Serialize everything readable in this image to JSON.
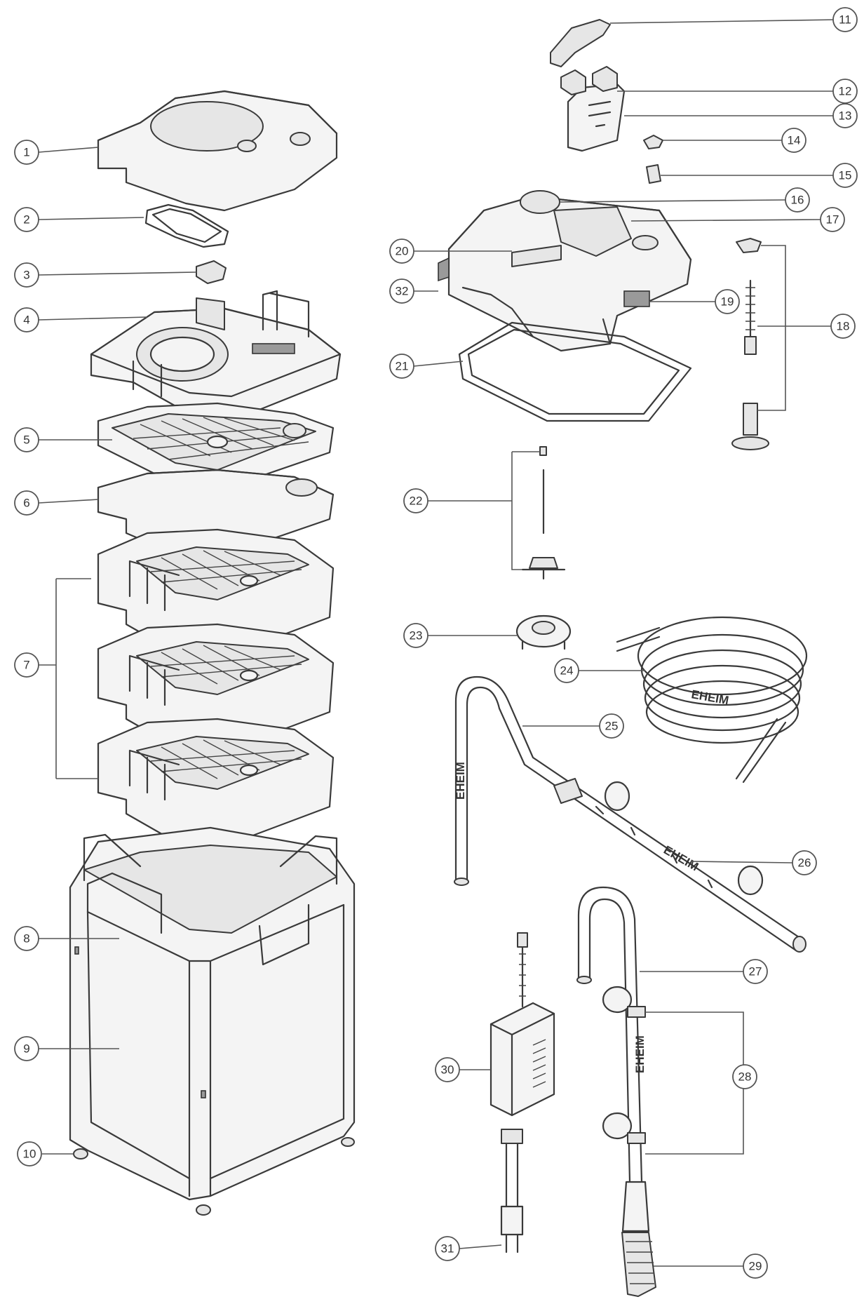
{
  "diagram": {
    "callouts": [
      {
        "id": "1",
        "label": "1"
      },
      {
        "id": "2",
        "label": "2"
      },
      {
        "id": "3",
        "label": "3"
      },
      {
        "id": "4",
        "label": "4"
      },
      {
        "id": "5",
        "label": "5"
      },
      {
        "id": "6",
        "label": "6"
      },
      {
        "id": "7",
        "label": "7"
      },
      {
        "id": "8",
        "label": "8"
      },
      {
        "id": "9",
        "label": "9"
      },
      {
        "id": "10",
        "label": "10"
      },
      {
        "id": "11",
        "label": "11"
      },
      {
        "id": "12",
        "label": "12"
      },
      {
        "id": "13",
        "label": "13"
      },
      {
        "id": "14",
        "label": "14"
      },
      {
        "id": "15",
        "label": "15"
      },
      {
        "id": "16",
        "label": "16"
      },
      {
        "id": "17",
        "label": "17"
      },
      {
        "id": "18",
        "label": "18"
      },
      {
        "id": "19",
        "label": "19"
      },
      {
        "id": "20",
        "label": "20"
      },
      {
        "id": "21",
        "label": "21"
      },
      {
        "id": "22",
        "label": "22"
      },
      {
        "id": "23",
        "label": "23"
      },
      {
        "id": "24",
        "label": "24"
      },
      {
        "id": "25",
        "label": "25"
      },
      {
        "id": "26",
        "label": "26"
      },
      {
        "id": "27",
        "label": "27"
      },
      {
        "id": "28",
        "label": "28"
      },
      {
        "id": "29",
        "label": "29"
      },
      {
        "id": "30",
        "label": "30"
      },
      {
        "id": "31",
        "label": "31"
      },
      {
        "id": "32",
        "label": "32"
      }
    ],
    "brand_marks": {
      "hose": "EHEIM",
      "intake_pipe": "EHEIM",
      "outlet_pipe": "EHEIM",
      "spray_bar": "EHEIM"
    }
  }
}
